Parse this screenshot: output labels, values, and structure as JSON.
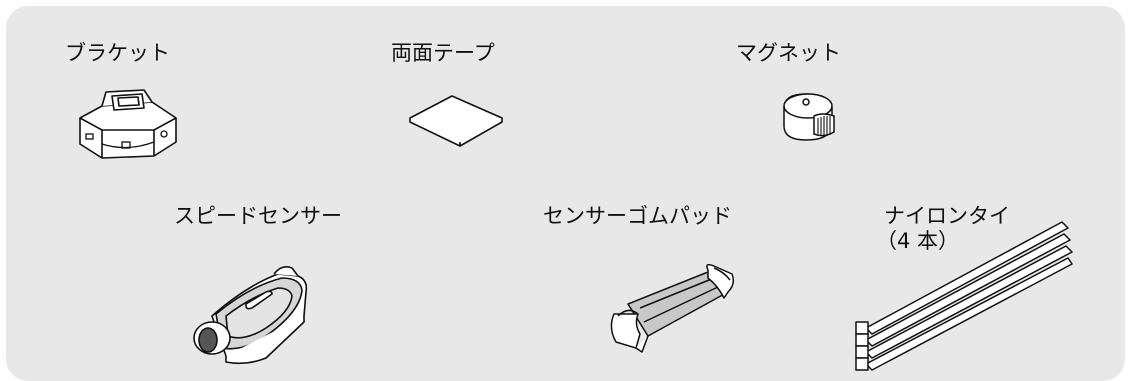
{
  "parts": {
    "bracket": {
      "label": "ブラケット"
    },
    "tape": {
      "label": "両面テープ"
    },
    "magnet": {
      "label": "マグネット"
    },
    "speed_sensor": {
      "label": "スピードセンサー"
    },
    "rubber_pad": {
      "label": "センサーゴムパッド"
    },
    "nylon_tie": {
      "label": "ナイロンタイ",
      "quantity": "（4 本）"
    }
  }
}
